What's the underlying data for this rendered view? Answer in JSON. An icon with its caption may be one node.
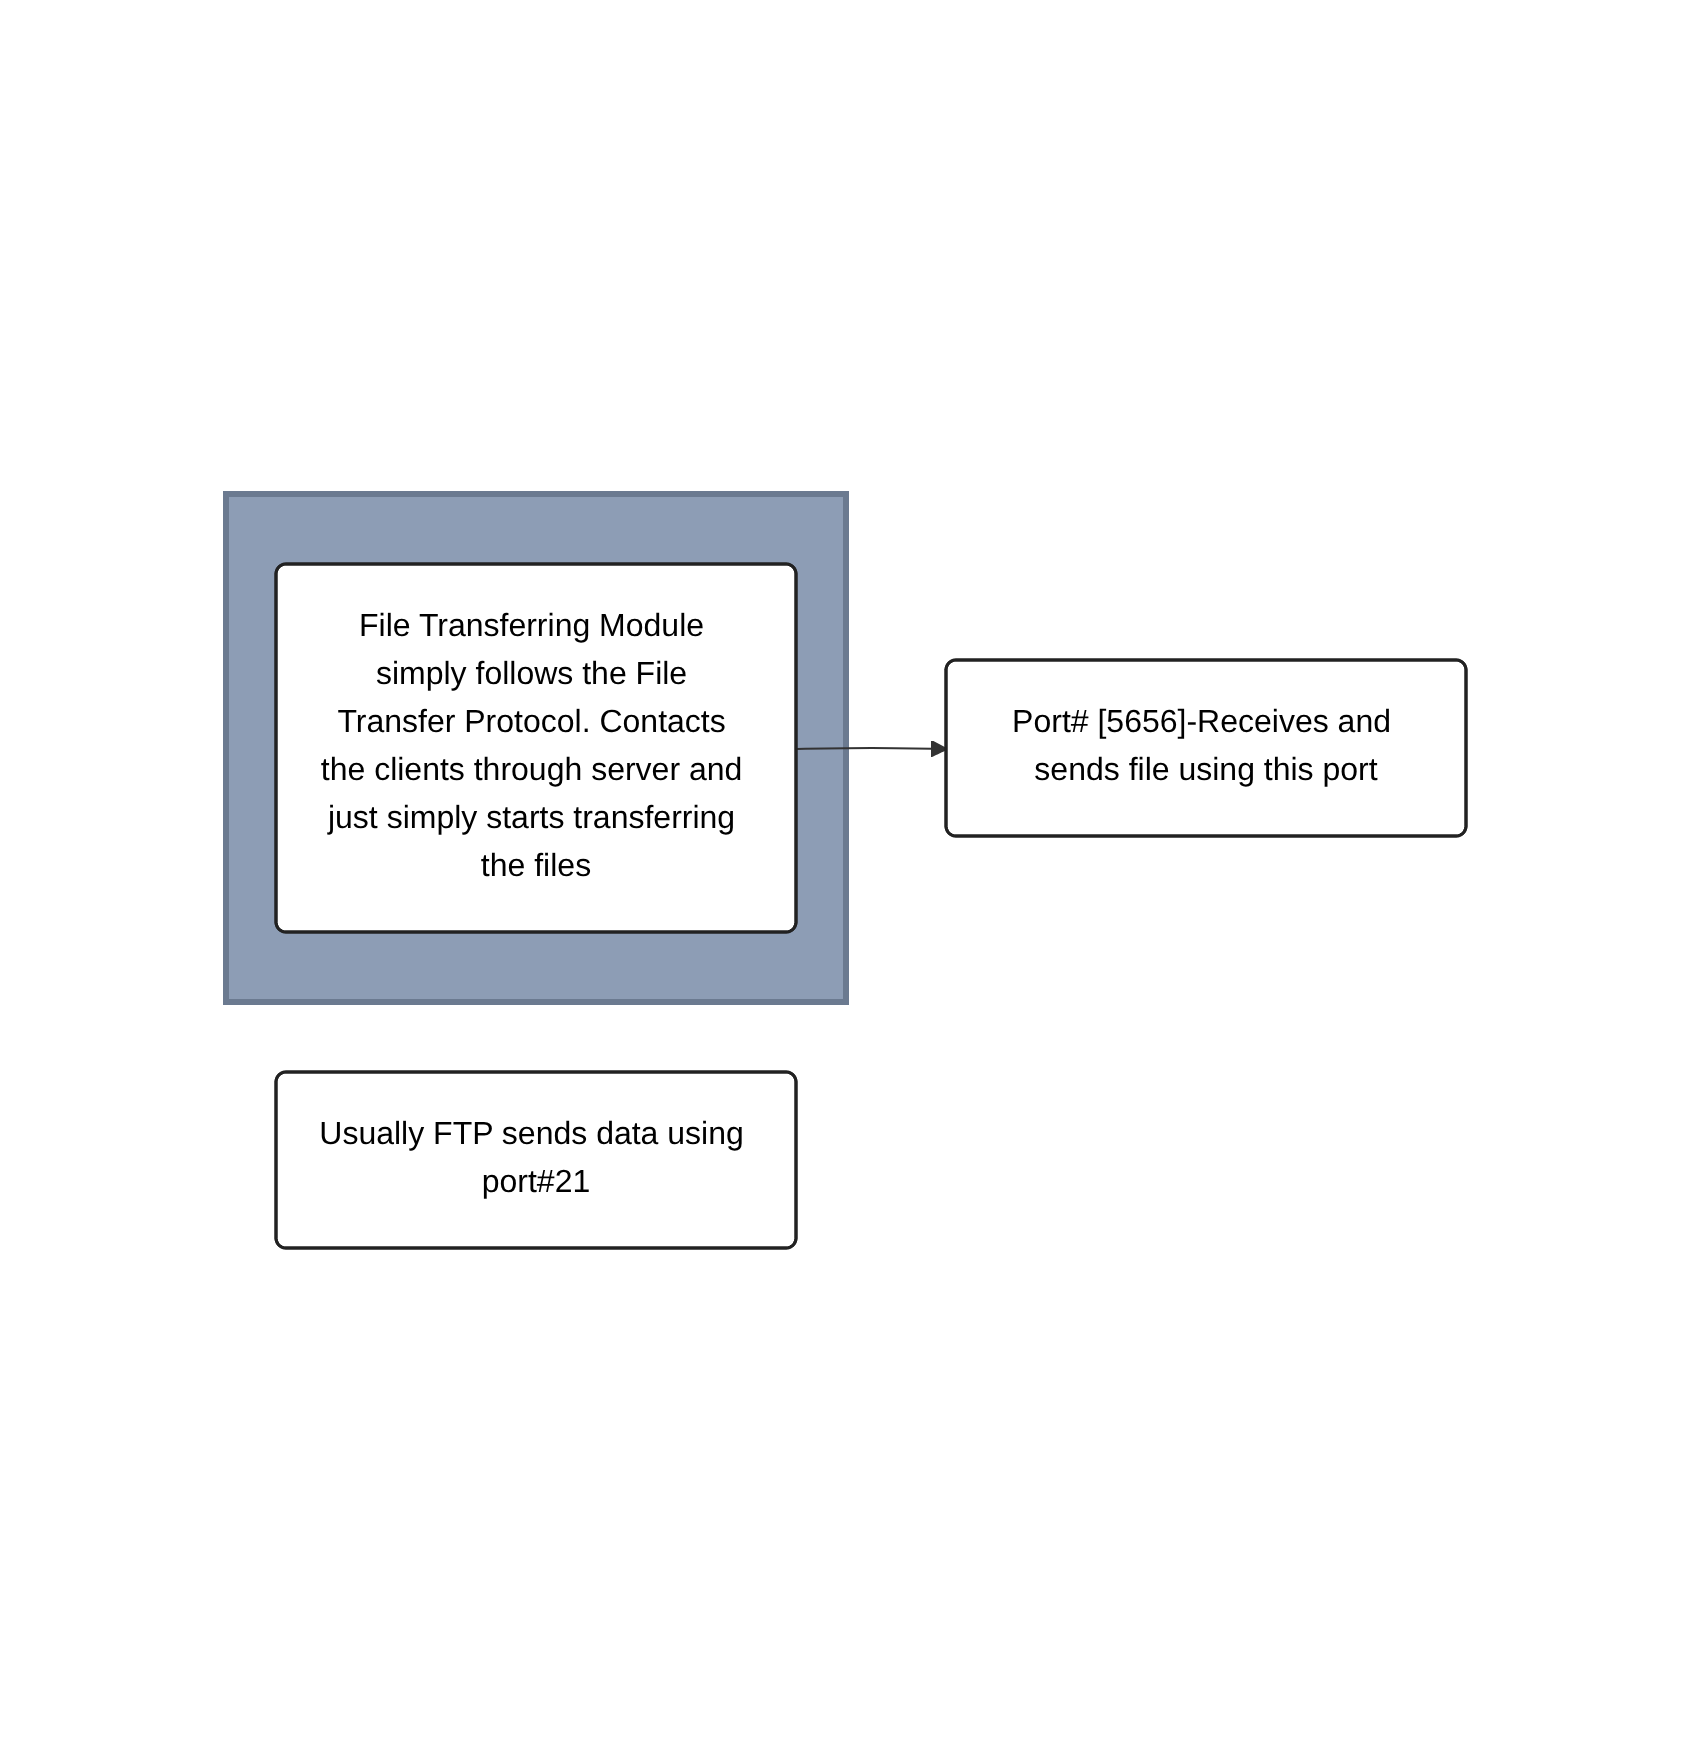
{
  "diagram": {
    "nodes": [
      {
        "text": [],
        "shape": "box"
      },
      {
        "text": [
          "File Transferring Module simply follows the File Transfer Protocol. Contacts the clients through server and just simply starts transferring the files"
        ],
        "in": 0
      },
      {
        "text": [
          "Port# [5656]-Receives and sends file using this port"
        ]
      },
      {
        "text": [
          "Usually FTP sends data using port#21"
        ]
      }
    ],
    "edges": [
      {
        "from": 1,
        "to": 2,
        "arrow": "to"
      }
    ]
  }
}
